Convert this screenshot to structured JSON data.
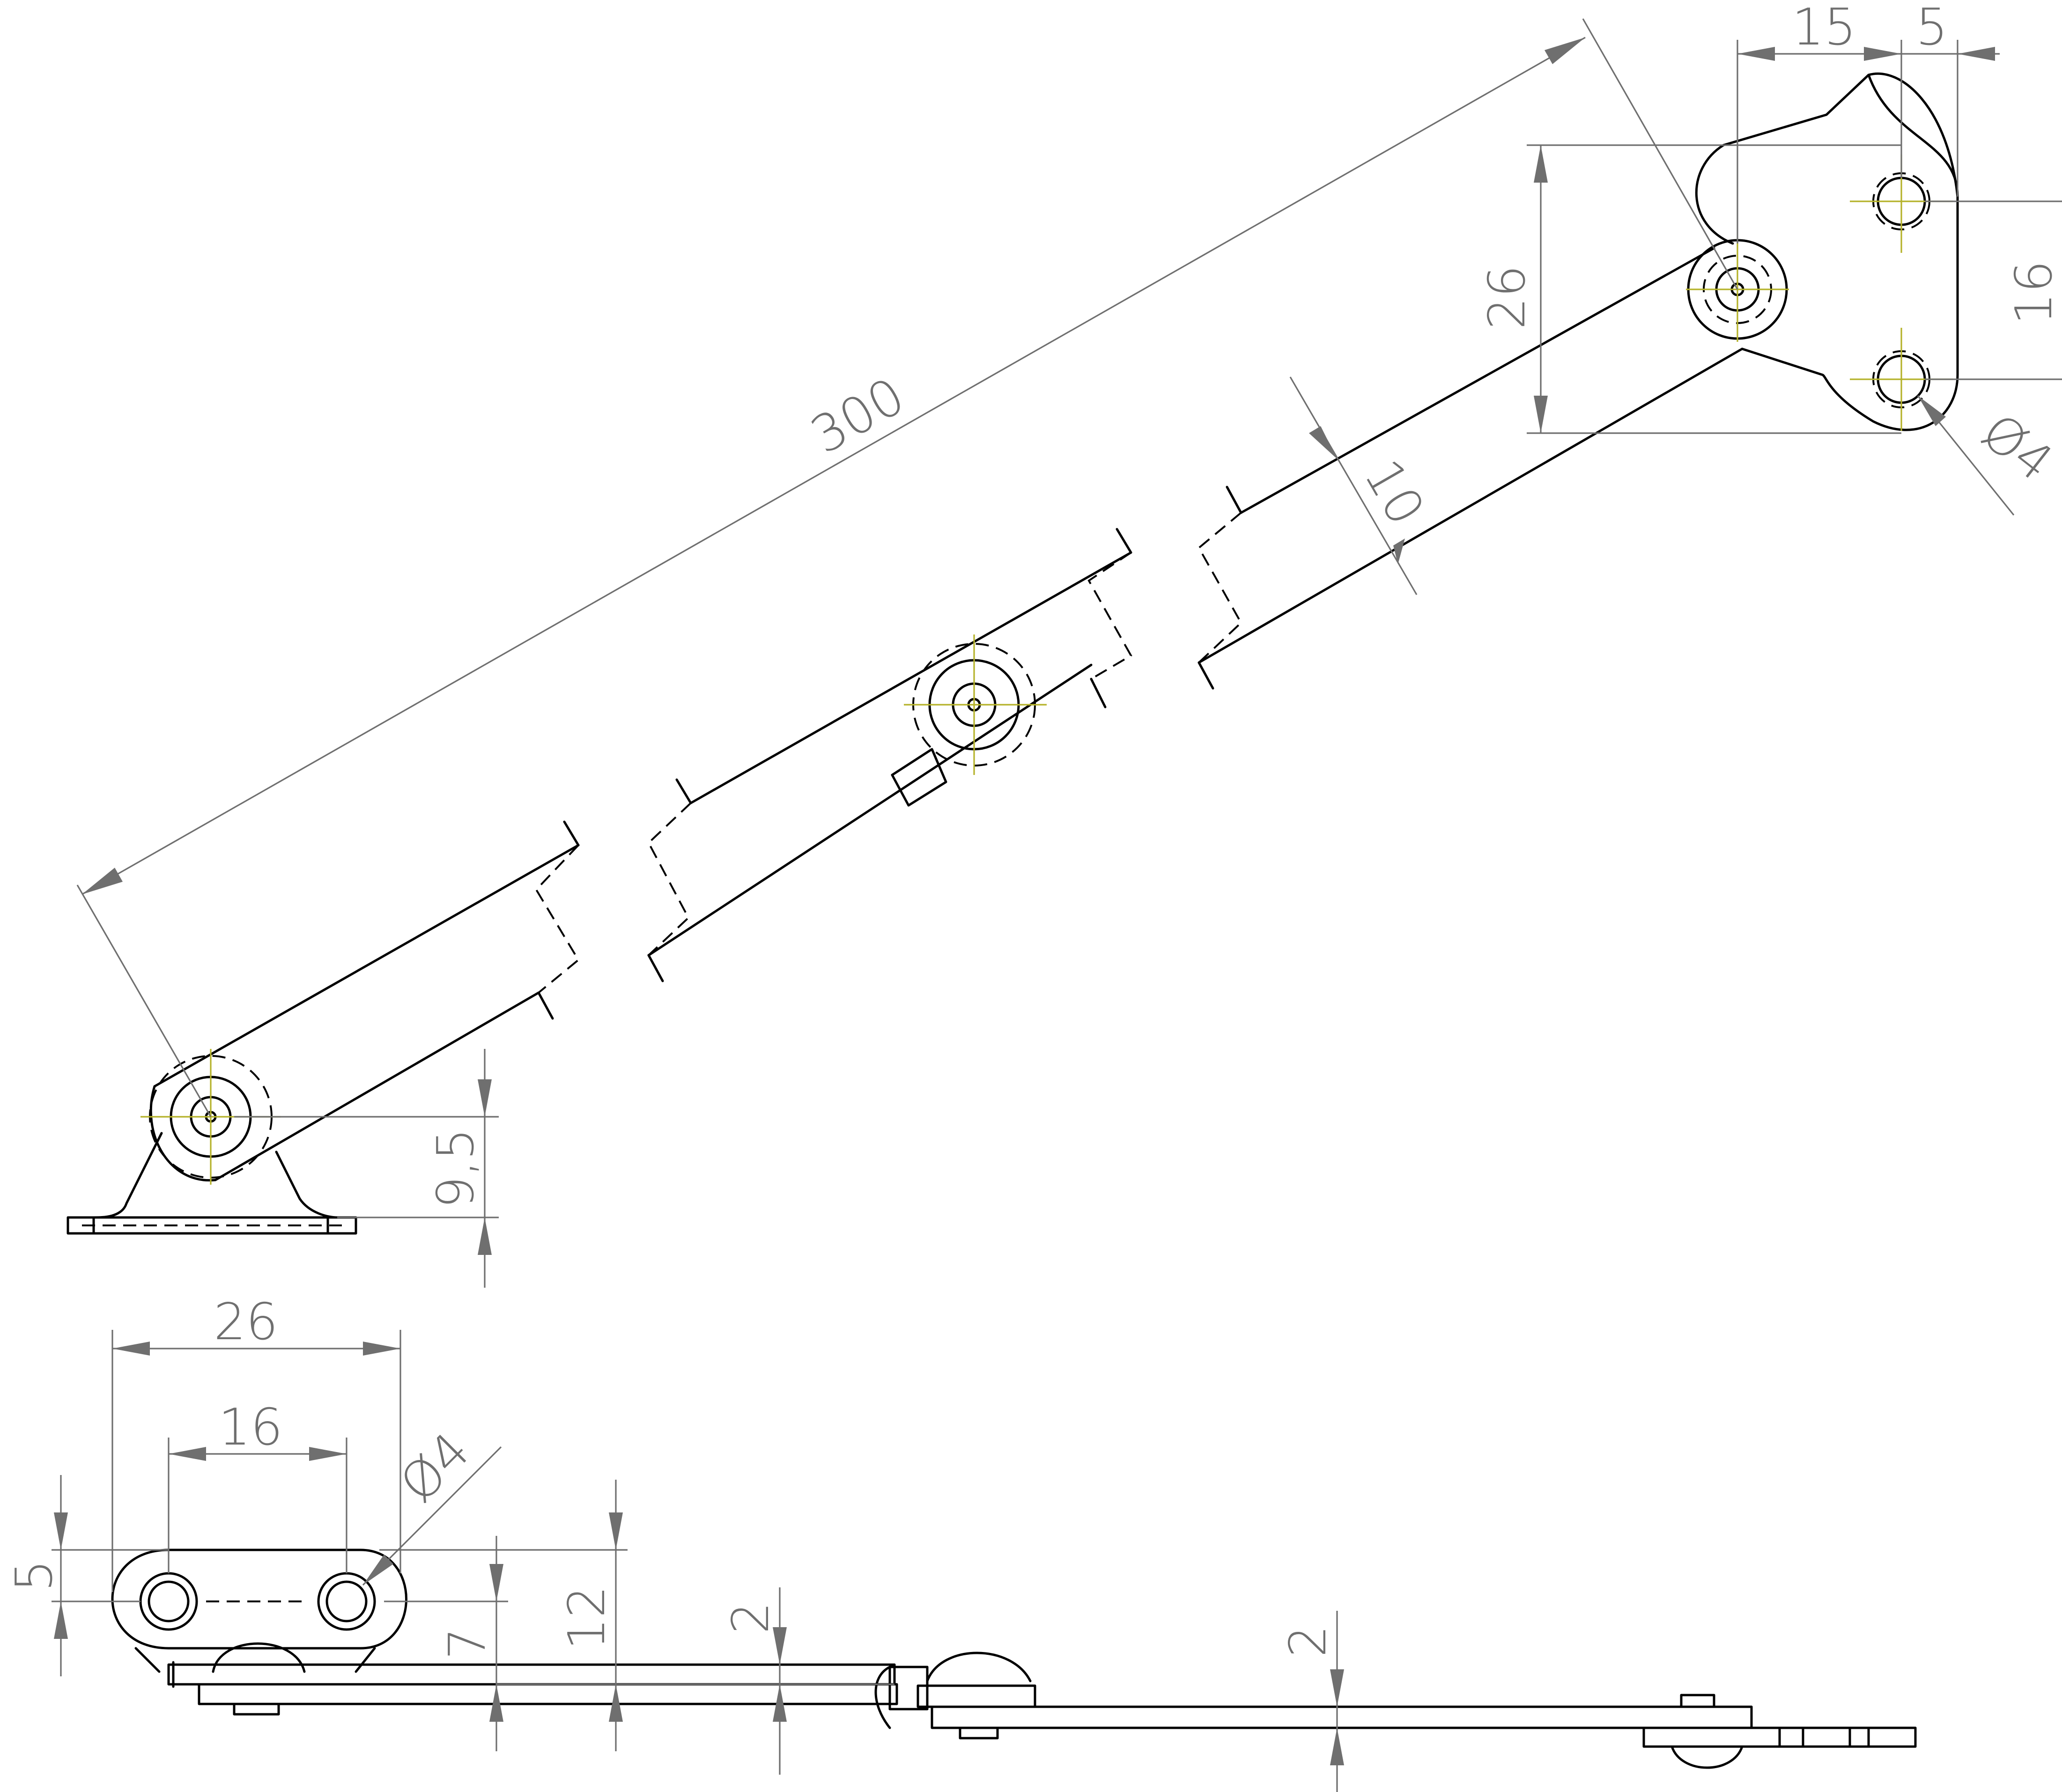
{
  "dimensions": {
    "overall_length": "300",
    "bracket_width_top": "26",
    "hole_offset_15": "15",
    "hole_offset_5": "5",
    "hole_spacing_top": "16",
    "hole_diameter_top": "Ø4",
    "arm_width": "10",
    "pivot_height": "9,5",
    "bracket_width_bottom": "26",
    "hole_spacing_bottom": "16",
    "hole_diameter_bottom": "Ø4",
    "hole_offset_vertical": "5",
    "plate_height_7": "7",
    "plate_height_12": "12",
    "thickness_a": "2",
    "thickness_b": "2"
  },
  "colors": {
    "outline": "#000000",
    "dimension": "#6f6f6f",
    "centerline": "#b5b22a"
  }
}
